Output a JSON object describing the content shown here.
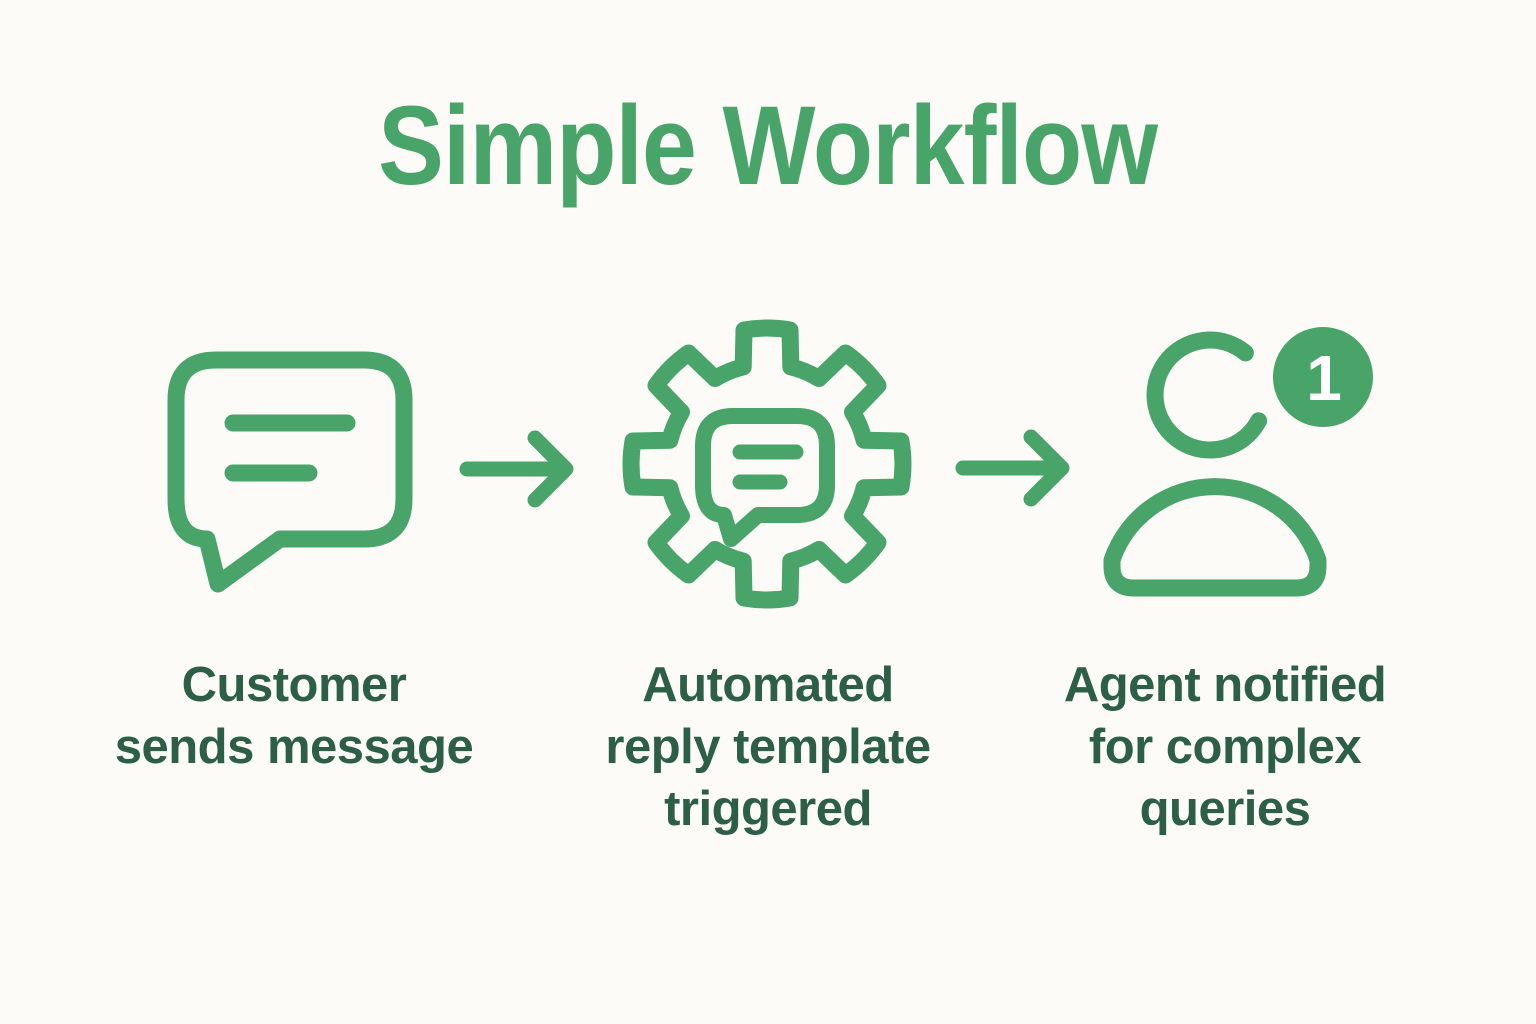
{
  "title": "Simple Workflow",
  "colors": {
    "green": "#48a468",
    "dark_green": "#2d5f47",
    "background": "#fcfbf7",
    "badge_text": "#ffffff"
  },
  "steps": [
    {
      "icon": "chat-bubble-icon",
      "lines": [
        "Customer",
        "sends message"
      ]
    },
    {
      "icon": "gear-reply-icon",
      "lines": [
        "Automated",
        "reply template",
        "triggered"
      ]
    },
    {
      "icon": "agent-notification-icon",
      "badge_count": "1",
      "lines": [
        "Agent notified",
        "for complex",
        "queries"
      ]
    }
  ],
  "arrows": [
    {
      "icon": "right-arrow-icon"
    },
    {
      "icon": "right-arrow-icon"
    }
  ]
}
